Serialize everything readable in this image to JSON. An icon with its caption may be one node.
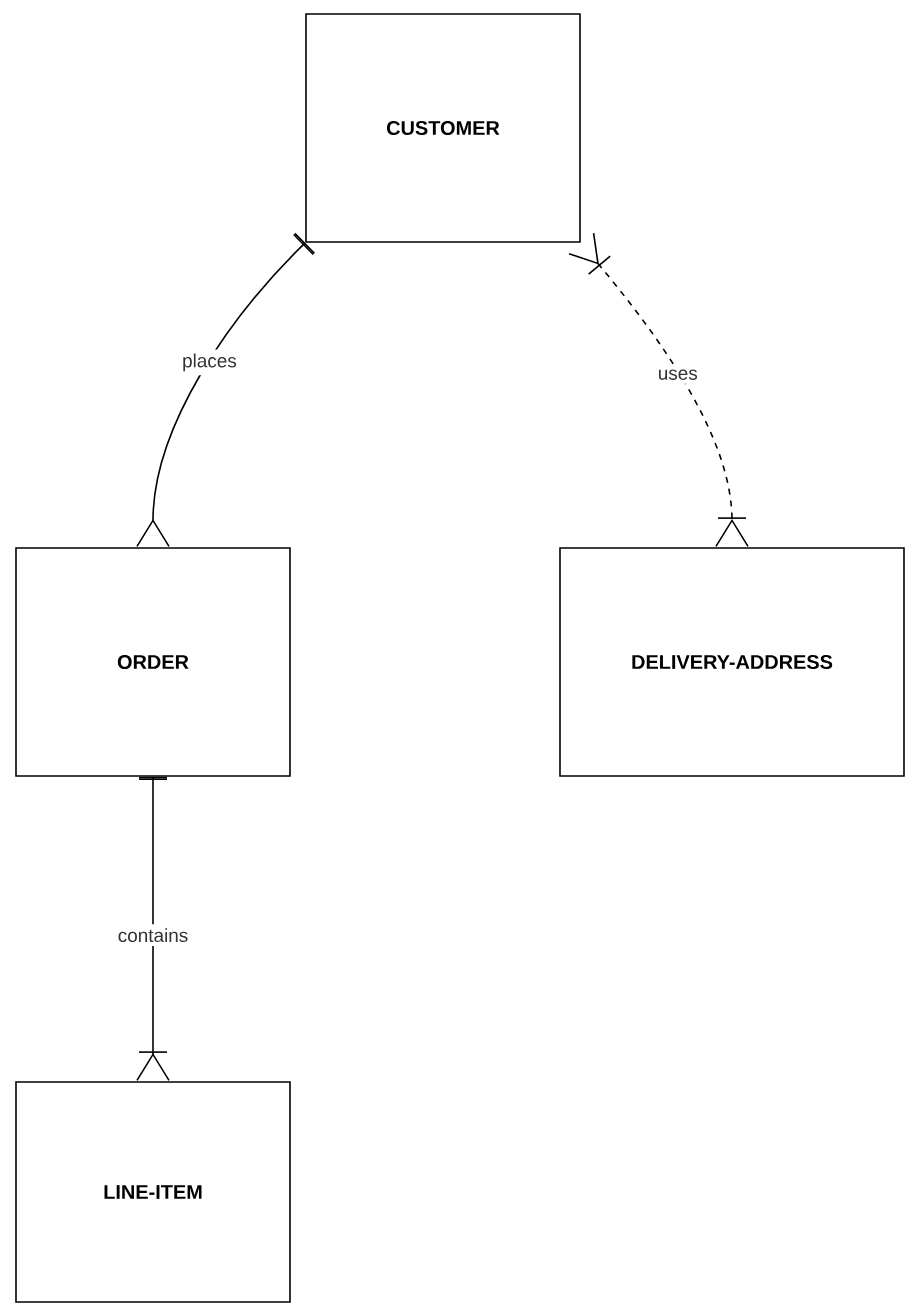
{
  "diagram": {
    "nodes": [
      {
        "text": [
          "CUSTOMER"
        ]
      },
      {
        "text": [
          "ORDER"
        ]
      },
      {
        "text": [
          "DELIVERY-ADDRESS"
        ]
      },
      {
        "text": [
          "LINE-ITEM"
        ]
      }
    ],
    "edges": [
      {
        "from": 0,
        "to": 1,
        "arrow": "other",
        "label": "places"
      },
      {
        "from": 0,
        "to": 2,
        "arrow": "other",
        "label": "uses",
        "style": "dashed"
      },
      {
        "from": 1,
        "to": 3,
        "arrow": "other",
        "label": "contains"
      }
    ]
  }
}
